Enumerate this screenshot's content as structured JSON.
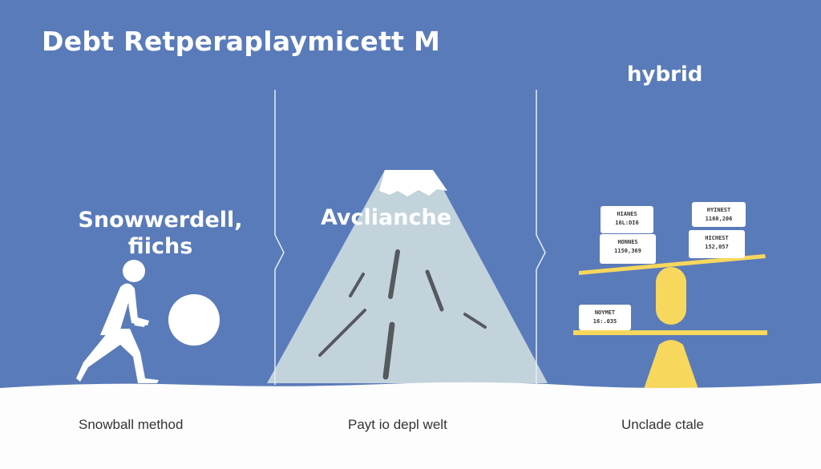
{
  "title": "Debt Retperaplaymicett M",
  "colors": {
    "background": "#5a7bba",
    "ground": "#fdfdfd",
    "mountain": "#c3d3dc",
    "debris": "#555a60",
    "scale": "#f7d75c",
    "text_light": "#ffffff",
    "text_dark": "#333333"
  },
  "panels": [
    {
      "name": "snowball",
      "heading_line1": "Snowwerdell,",
      "heading_line2": "fiichs",
      "illustration": "person-pushing-snowball-icon",
      "caption": "Snowball method"
    },
    {
      "name": "avalanche",
      "heading": "Avclianche",
      "illustration": "mountain-avalanche-icon",
      "caption": "Payt io depl welt"
    },
    {
      "name": "hybrid",
      "heading": "hybrid",
      "illustration": "balance-scale-icon",
      "caption": "Unclade ctale",
      "cards": [
        {
          "line1": "HIANES",
          "line2": "16L:DI6"
        },
        {
          "line1": "HONNES",
          "line2": "1150,369"
        },
        {
          "line1": "HYINEST",
          "line2": "1160,206"
        },
        {
          "line1": "HICHEST",
          "line2": "152,057"
        },
        {
          "line1": "NOYMET",
          "line2": "16:.035"
        }
      ]
    }
  ]
}
